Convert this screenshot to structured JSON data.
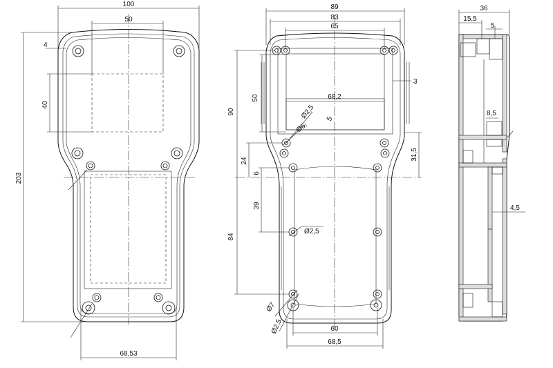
{
  "front_view": {
    "dims": {
      "width": "100",
      "window_width": "50",
      "wall": "4",
      "window_height": "40",
      "height": "203",
      "bottom_span": "68,53"
    }
  },
  "middle_view": {
    "dims": {
      "width_outer": "89",
      "width_inner": "83",
      "width_window": "65",
      "rib": "3",
      "upper_height": "50",
      "height_90": "90",
      "width_68_2": "68,2",
      "hole_d": "Ø2,5",
      "boss_d": "Ø6,",
      "small_5": "5",
      "step_24": "24",
      "step_6": "6",
      "upper_31_5": "31,5",
      "lower_39": "39",
      "lower_84": "84",
      "hole_d_lower": "Ø2,5",
      "boss_d7": "Ø7",
      "hole_d_bottom": "Ø2,5",
      "width_60": "60",
      "width_68_5": "68,5"
    }
  },
  "side_view": {
    "dims": {
      "depth": "36",
      "depth_15_5": "15,5",
      "depth_5": "5",
      "depth_8_5": "8,5",
      "wall_4_5": "4,5"
    }
  }
}
